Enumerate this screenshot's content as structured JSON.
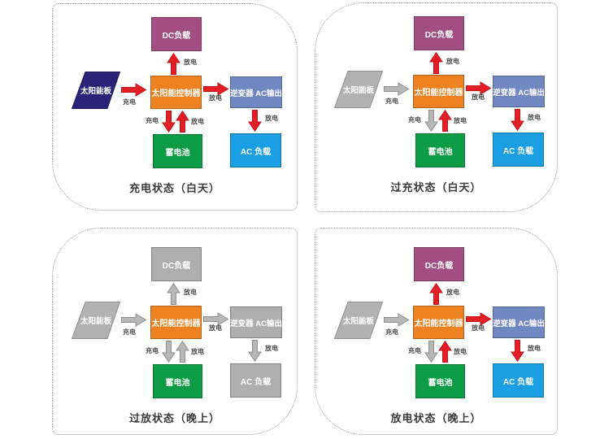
{
  "labels": {
    "panel": "太阳能板",
    "dc_load": "DC负载",
    "controller": "太阳能控制器",
    "inverter": "逆变器 AC输出",
    "battery": "蓄电池",
    "ac_load": "AC 负载",
    "charge": "充电",
    "discharge": "放电"
  },
  "palette": {
    "red_arrow": "#e41e25",
    "gray_arrow": "#b7b7b7",
    "navy_panel": "#2b2377",
    "gray_shape": "#aeaeae",
    "purple": "#a24e82",
    "orange": "#ee8222",
    "slate_blue": "#7187c1",
    "green": "#0d9c45",
    "blue": "#1a9fe3"
  },
  "quadrants": [
    {
      "caption": "充电状态（白天）",
      "panel": {
        "label": "太阳能板",
        "color": "#2b2377",
        "stroke": "#1f1a5c"
      },
      "boxes": {
        "dc_load": {
          "label": "DC负载",
          "color": "#a24e82"
        },
        "controller": {
          "label": "太阳能控制器",
          "color": "#ee8222"
        },
        "inverter": {
          "label": "逆变器 AC输出",
          "color": "#7187c1"
        },
        "battery": {
          "label": "蓄电池",
          "color": "#0d9c45"
        },
        "ac_load": {
          "label": "AC 负载",
          "color": "#1a9fe3"
        }
      },
      "arrows": {
        "panel_to_controller": {
          "label": "充电",
          "color": "#e41e25",
          "stroke": "#c2151b"
        },
        "controller_to_dc": {
          "label": "放电",
          "color": "#e41e25",
          "stroke": "#c2151b"
        },
        "controller_to_inverter": {
          "label": "放电",
          "color": "#e41e25",
          "stroke": "#c2151b"
        },
        "controller_to_battery": {
          "label": "充电",
          "color": "#e41e25",
          "stroke": "#c2151b"
        },
        "battery_to_controller": {
          "label": "放电",
          "color": "#e41e25",
          "stroke": "#c2151b"
        },
        "inverter_to_ac": {
          "label": "放电",
          "color": "#e41e25",
          "stroke": "#c2151b"
        }
      }
    },
    {
      "caption": "过充状态（白天）",
      "panel": {
        "label": "太阳能板",
        "color": "#b2b2b2",
        "stroke": "#8f8f8f"
      },
      "boxes": {
        "dc_load": {
          "label": "DC负载",
          "color": "#a24e82"
        },
        "controller": {
          "label": "太阳能控制器",
          "color": "#ee8222"
        },
        "inverter": {
          "label": "逆变器 AC输出",
          "color": "#7187c1"
        },
        "battery": {
          "label": "蓄电池",
          "color": "#0d9c45"
        },
        "ac_load": {
          "label": "AC 负载",
          "color": "#1a9fe3"
        }
      },
      "arrows": {
        "panel_to_controller": {
          "label": "充电",
          "color": "#b7b7b7",
          "stroke": "#8f8f8f"
        },
        "controller_to_dc": {
          "label": "放电",
          "color": "#e41e25",
          "stroke": "#c2151b"
        },
        "controller_to_inverter": {
          "label": "放电",
          "color": "#e41e25",
          "stroke": "#c2151b"
        },
        "controller_to_battery": {
          "label": "充电",
          "color": "#b7b7b7",
          "stroke": "#8f8f8f"
        },
        "battery_to_controller": {
          "label": "放电",
          "color": "#e41e25",
          "stroke": "#c2151b"
        },
        "inverter_to_ac": {
          "label": "放电",
          "color": "#e41e25",
          "stroke": "#c2151b"
        }
      }
    },
    {
      "caption": "过放状态（晚上）",
      "panel": {
        "label": "太阳能板",
        "color": "#b2b2b2",
        "stroke": "#8f8f8f"
      },
      "boxes": {
        "dc_load": {
          "label": "DC负载",
          "color": "#aeaeae"
        },
        "controller": {
          "label": "太阳能控制器",
          "color": "#ee8222"
        },
        "inverter": {
          "label": "逆变器 AC输出",
          "color": "#aeaeae"
        },
        "battery": {
          "label": "蓄电池",
          "color": "#0d9c45"
        },
        "ac_load": {
          "label": "AC 负载",
          "color": "#aeaeae"
        }
      },
      "arrows": {
        "panel_to_controller": {
          "label": "充电",
          "color": "#b7b7b7",
          "stroke": "#8f8f8f"
        },
        "controller_to_dc": {
          "label": "放电",
          "color": "#b7b7b7",
          "stroke": "#8f8f8f"
        },
        "controller_to_inverter": {
          "label": "放电",
          "color": "#b7b7b7",
          "stroke": "#8f8f8f"
        },
        "controller_to_battery": {
          "label": "充电",
          "color": "#b7b7b7",
          "stroke": "#8f8f8f"
        },
        "battery_to_controller": {
          "label": "放电",
          "color": "#b7b7b7",
          "stroke": "#8f8f8f"
        },
        "inverter_to_ac": {
          "label": "放电",
          "color": "#b7b7b7",
          "stroke": "#8f8f8f"
        }
      }
    },
    {
      "caption": "放电状态（晚上）",
      "panel": {
        "label": "太阳能板",
        "color": "#b2b2b2",
        "stroke": "#8f8f8f"
      },
      "boxes": {
        "dc_load": {
          "label": "DC负载",
          "color": "#a24e82"
        },
        "controller": {
          "label": "太阳能控制器",
          "color": "#ee8222"
        },
        "inverter": {
          "label": "逆变器 AC输出",
          "color": "#7187c1"
        },
        "battery": {
          "label": "蓄电池",
          "color": "#0d9c45"
        },
        "ac_load": {
          "label": "AC 负载",
          "color": "#1a9fe3"
        }
      },
      "arrows": {
        "panel_to_controller": {
          "label": "充电",
          "color": "#b7b7b7",
          "stroke": "#8f8f8f"
        },
        "controller_to_dc": {
          "label": "放电",
          "color": "#e41e25",
          "stroke": "#c2151b"
        },
        "controller_to_inverter": {
          "label": "放电",
          "color": "#e41e25",
          "stroke": "#c2151b"
        },
        "controller_to_battery": {
          "label": "充电",
          "color": "#b7b7b7",
          "stroke": "#8f8f8f"
        },
        "battery_to_controller": {
          "label": "放电",
          "color": "#e41e25",
          "stroke": "#c2151b"
        },
        "inverter_to_ac": {
          "label": "放电",
          "color": "#e41e25",
          "stroke": "#c2151b"
        }
      }
    }
  ]
}
